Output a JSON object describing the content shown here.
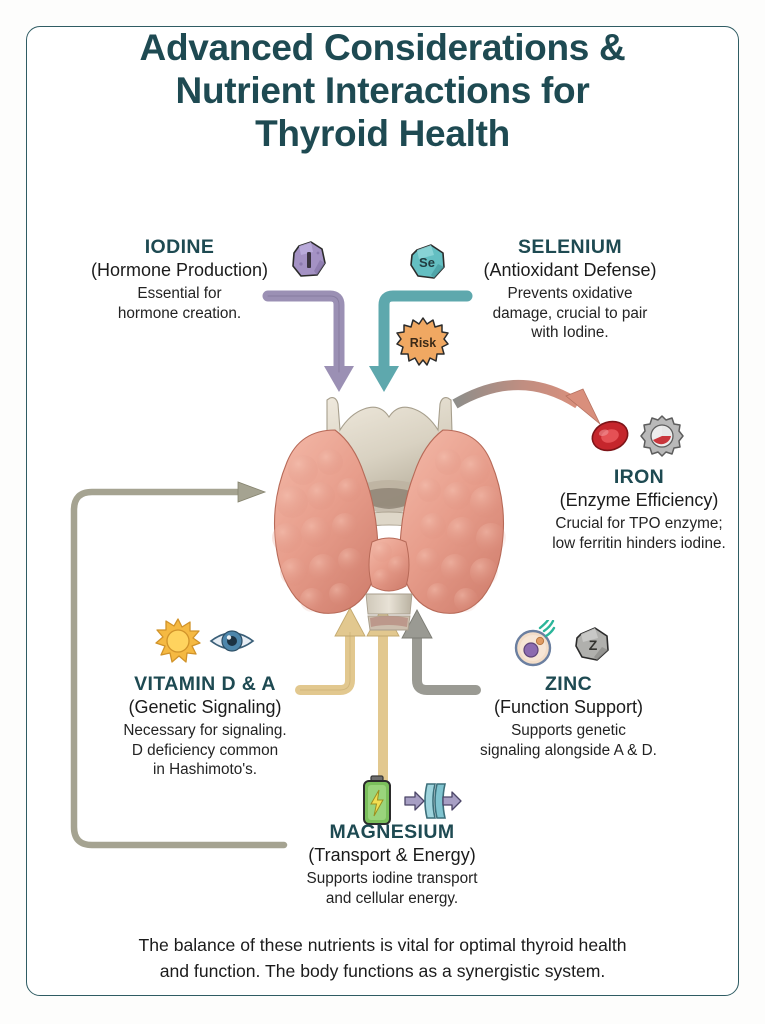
{
  "page": {
    "title_lines": [
      "Advanced Considerations &",
      "Nutrient Interactions for",
      "Thyroid Health"
    ],
    "title_full": "Advanced Considerations & Nutrient Interactions for Thyroid Health",
    "footer_lines": [
      "The balance of these nutrients is vital for optimal thyroid health",
      "and function. The body functions as a synergistic system."
    ],
    "footer_full": "The balance of these nutrients is vital for optimal thyroid health and function. The body functions as a synergistic system."
  },
  "colors": {
    "title": "#1e4a52",
    "heading": "#1e4a52",
    "body_text": "#1b1b1b",
    "frame_border": "#2f5c63",
    "background": "#ffffff",
    "iodine_arrow": "#9b90b4",
    "selenium_arrow": "#5ea8ad",
    "iron_arrow": "#d08c7e",
    "vitamin_arrow": "#e2c88f",
    "magnesium_arrow": "#e2c88f",
    "zinc_arrow": "#9a9a93",
    "loop_arrow": "#a5a391",
    "risk_badge": "#f0a862",
    "thyroid_tissue": "#e59a8a",
    "cartilage": "#d8d2c4"
  },
  "nutrients": [
    {
      "id": "iodine",
      "name": "IODINE",
      "subtitle": "(Hormone Production)",
      "description": "Essential for\nhormone creation.",
      "desc_lines": [
        "Essential for",
        "hormone creation."
      ],
      "icons": [
        "iodine-crystal-icon"
      ],
      "arrow_color": "#9b90b4"
    },
    {
      "id": "selenium",
      "name": "SELENIUM",
      "subtitle": "(Antioxidant Defense)",
      "description": "Prevents oxidative damage, crucial to pair with Iodine.",
      "desc_lines": [
        "Prevents oxidative",
        "damage, crucial to pair",
        "with Iodine."
      ],
      "icons": [
        "selenium-crystal-icon",
        "risk-badge-icon"
      ],
      "arrow_color": "#5ea8ad"
    },
    {
      "id": "iron",
      "name": "IRON",
      "subtitle": "(Enzyme Efficiency)",
      "description": "Crucial for TPO enzyme; low ferritin hinders iodine.",
      "desc_lines": [
        "Crucial for TPO enzyme;",
        "low ferritin hinders iodine."
      ],
      "icons": [
        "red-blood-cell-icon",
        "gear-icon"
      ],
      "arrow_color": "#d08c7e"
    },
    {
      "id": "vitamin-d-a",
      "name": "VITAMIN D & A",
      "subtitle": "(Genetic Signaling)",
      "description": "Necessary for signaling. D deficiency common in Hashimoto's.",
      "desc_lines": [
        "Necessary for signaling.",
        "D deficiency common",
        "in Hashimoto's."
      ],
      "icons": [
        "sun-icon",
        "eye-icon"
      ],
      "arrow_color": "#e2c88f"
    },
    {
      "id": "zinc",
      "name": "ZINC",
      "subtitle": "(Function Support)",
      "description": "Supports genetic signaling alongside A & D.",
      "desc_lines": [
        "Supports genetic",
        "signaling alongside A & D."
      ],
      "icons": [
        "cell-signal-icon",
        "zinc-stone-icon"
      ],
      "arrow_color": "#9a9a93"
    },
    {
      "id": "magnesium",
      "name": "MAGNESIUM",
      "subtitle": "(Transport & Energy)",
      "description": "Supports iodine transport and cellular energy.",
      "desc_lines": [
        "Supports iodine transport",
        "and cellular energy."
      ],
      "icons": [
        "battery-icon",
        "transport-channel-icon"
      ],
      "arrow_color": "#e2c88f"
    }
  ],
  "badges": {
    "risk_label": "Risk"
  },
  "icon_labels": {
    "iodine_symbol": "I",
    "selenium_symbol": "Se",
    "zinc_symbol": "Z"
  },
  "central": {
    "label": "thyroid-gland-illustration"
  }
}
